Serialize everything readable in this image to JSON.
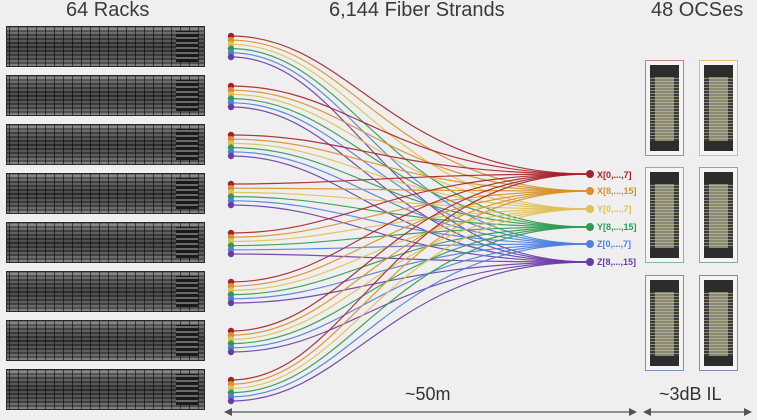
{
  "headings": {
    "racks": "64 Racks",
    "fiber": "6,144 Fiber Strands",
    "ocs": "48 OCSes"
  },
  "ports": [
    {
      "label": "X[0,...,7]",
      "color": "#a8202a"
    },
    {
      "label": "X[8,...,15]",
      "color": "#d89028"
    },
    {
      "label": "Y[0,...,7]",
      "color": "#e0c055"
    },
    {
      "label": "Y[8,...,15]",
      "color": "#2f9a52"
    },
    {
      "label": "Z[0,...,7]",
      "color": "#4d7fe0"
    },
    {
      "label": "Z[8,...,15]",
      "color": "#6a3aa8"
    }
  ],
  "ocs_colors": [
    "#c0807a",
    "#e8b870",
    "#80b898",
    "#8aaa98",
    "#7890c8",
    "#9a78c8"
  ],
  "dimensions": {
    "distance": "~50m",
    "insertion_loss": "~3dB IL"
  }
}
